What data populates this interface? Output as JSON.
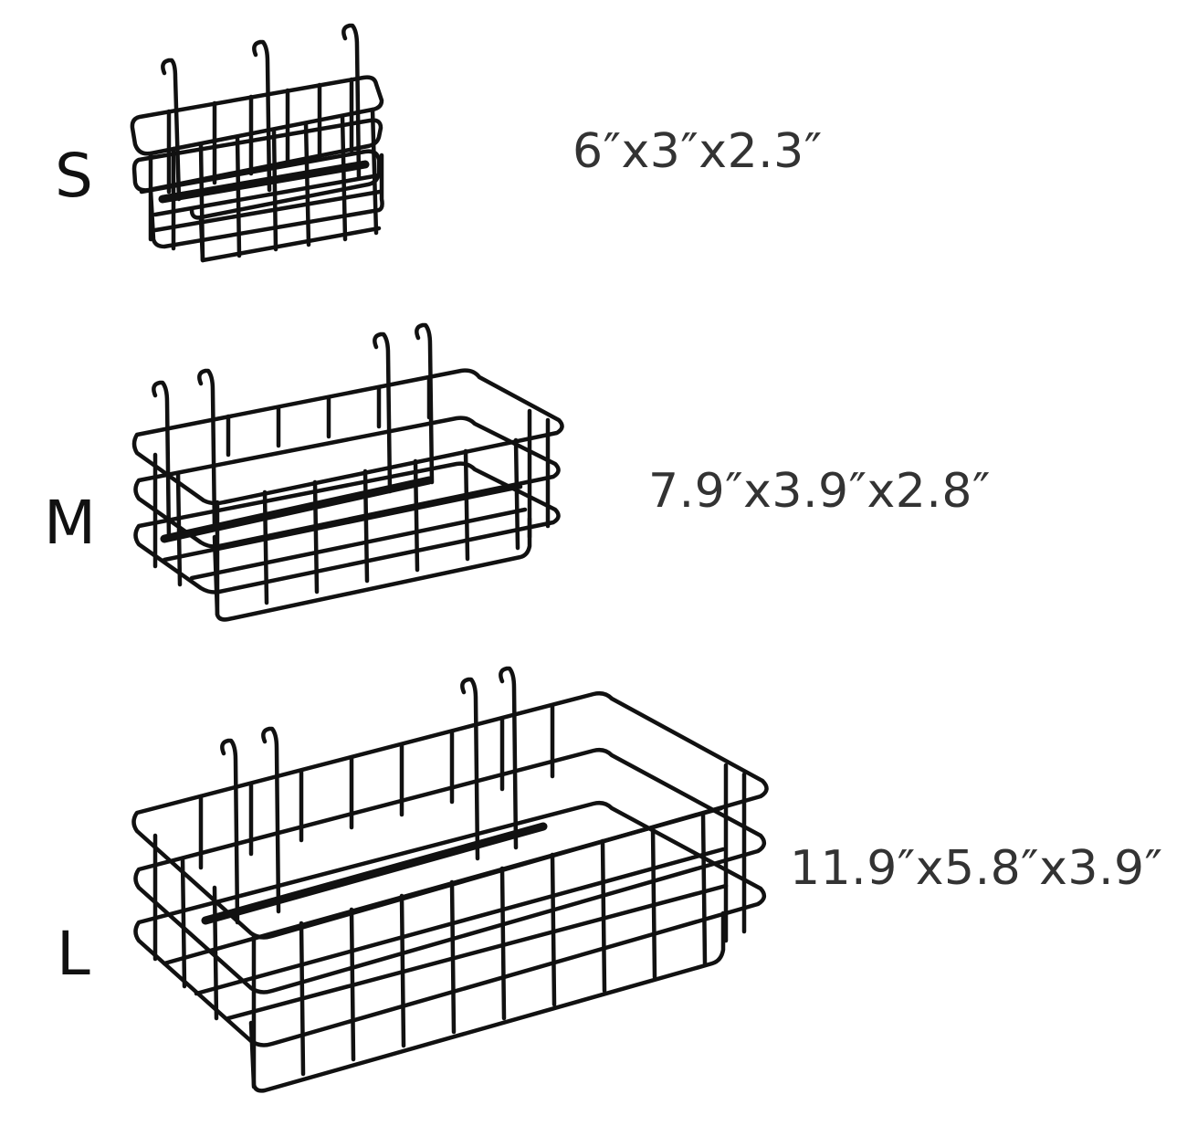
{
  "products": [
    {
      "size": "S",
      "dimensions": "6″x3″x2.3″",
      "image": "small-wire-basket-icon"
    },
    {
      "size": "M",
      "dimensions": "7.9″x3.9″x2.8″",
      "image": "medium-wire-basket-icon"
    },
    {
      "size": "L",
      "dimensions": "11.9″x5.8″x3.9″",
      "image": "large-wire-basket-icon"
    }
  ],
  "colors": {
    "wire": "#111111",
    "label": "#111111",
    "dimensions": "#333333",
    "background": "#ffffff"
  }
}
